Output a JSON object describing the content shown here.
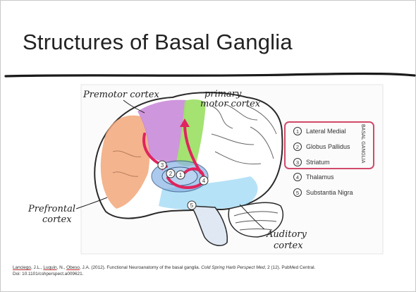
{
  "slide": {
    "title": "Structures of  Basal Ganglia"
  },
  "diagram": {
    "labels": {
      "premotor": "Premotor cortex",
      "primary_line1": "primary",
      "primary_line2": "motor cortex",
      "prefrontal_line1": "Prefrontal",
      "prefrontal_line2": "cortex",
      "auditory_line1": "Auditory",
      "auditory_line2": "cortex"
    },
    "legend": {
      "group_label": "BASAL GANGLIA",
      "items": [
        {
          "num": "1",
          "label": "Lateral Medial"
        },
        {
          "num": "2",
          "label": "Globus Pallidus"
        },
        {
          "num": "3",
          "label": "Striatum"
        },
        {
          "num": "4",
          "label": "Thalamus"
        },
        {
          "num": "5",
          "label": "Substantia Nigra"
        }
      ]
    },
    "colors": {
      "premotor": "#c98bd8",
      "primary_motor": "#9fe06a",
      "prefrontal": "#f2a77a",
      "temporal": "#8fd3f2",
      "basal_ganglia": "#8fb7e6",
      "pathway_arrow": "#e0245e",
      "legend_box": "#d14a6b"
    }
  },
  "citation": {
    "authors": [
      "Lanciego",
      "J.L.",
      "Luquin",
      "N.",
      "Obeso",
      "J.A."
    ],
    "text_before": "Lanciego, J.L., Luquin, N., Obeso, J.A. (2012). Functional Neuroanatomy of the basal ganglia. ",
    "journal": "Cold Spring Harb Perspect Med",
    "text_after": ", 2 (12). PubMed Central.",
    "doi": "Doi: 10.1101/cshperspect.a009621."
  }
}
